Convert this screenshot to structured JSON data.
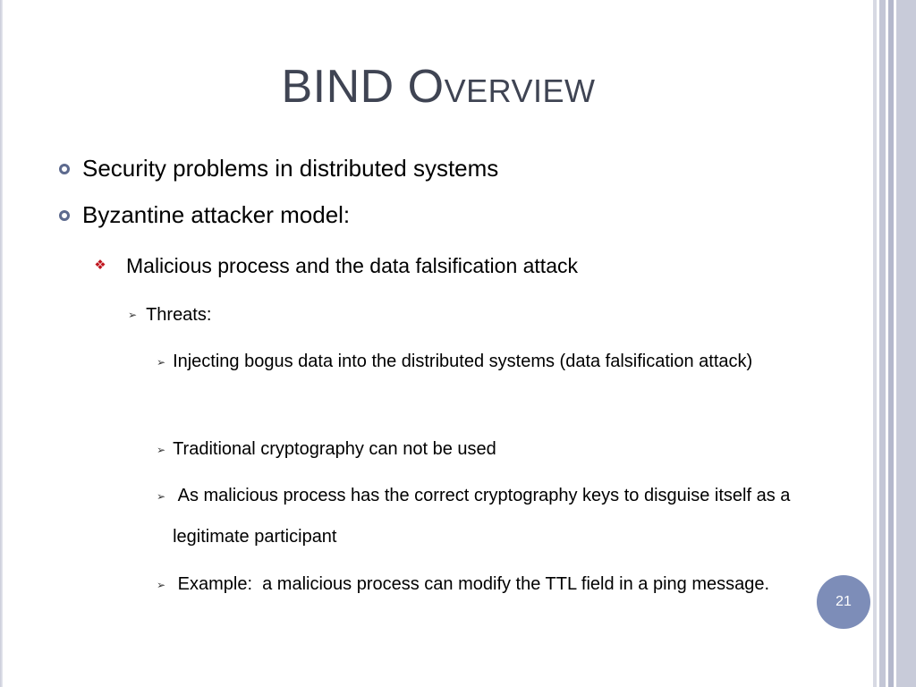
{
  "slide": {
    "title": "BIND Overview",
    "bullets": {
      "l1_a": "Security problems in distributed systems",
      "l1_b": "Byzantine attacker model:",
      "l2_a": "Malicious process and the data falsification attack",
      "l3_a": "Threats:",
      "l4_a": "Injecting bogus data into the distributed systems (data falsification attack)",
      "l4_b": "Traditional cryptography can not be used",
      "l4_c": " As malicious process has the correct cryptography keys to disguise itself as a legitimate participant",
      "l4_d": " Example:  a malicious process can modify the TTL field in a ping message."
    },
    "page_number": "21"
  },
  "icons": {
    "level1": "ring-bullet-icon",
    "level2": "diamond-bullet-icon",
    "level3": "arrowhead-bullet-icon"
  },
  "colors": {
    "title": "#3f4453",
    "ring_bullet": "#5d6a8e",
    "diamond_bullet": "#c0161f",
    "page_badge": "#7d8db8"
  }
}
